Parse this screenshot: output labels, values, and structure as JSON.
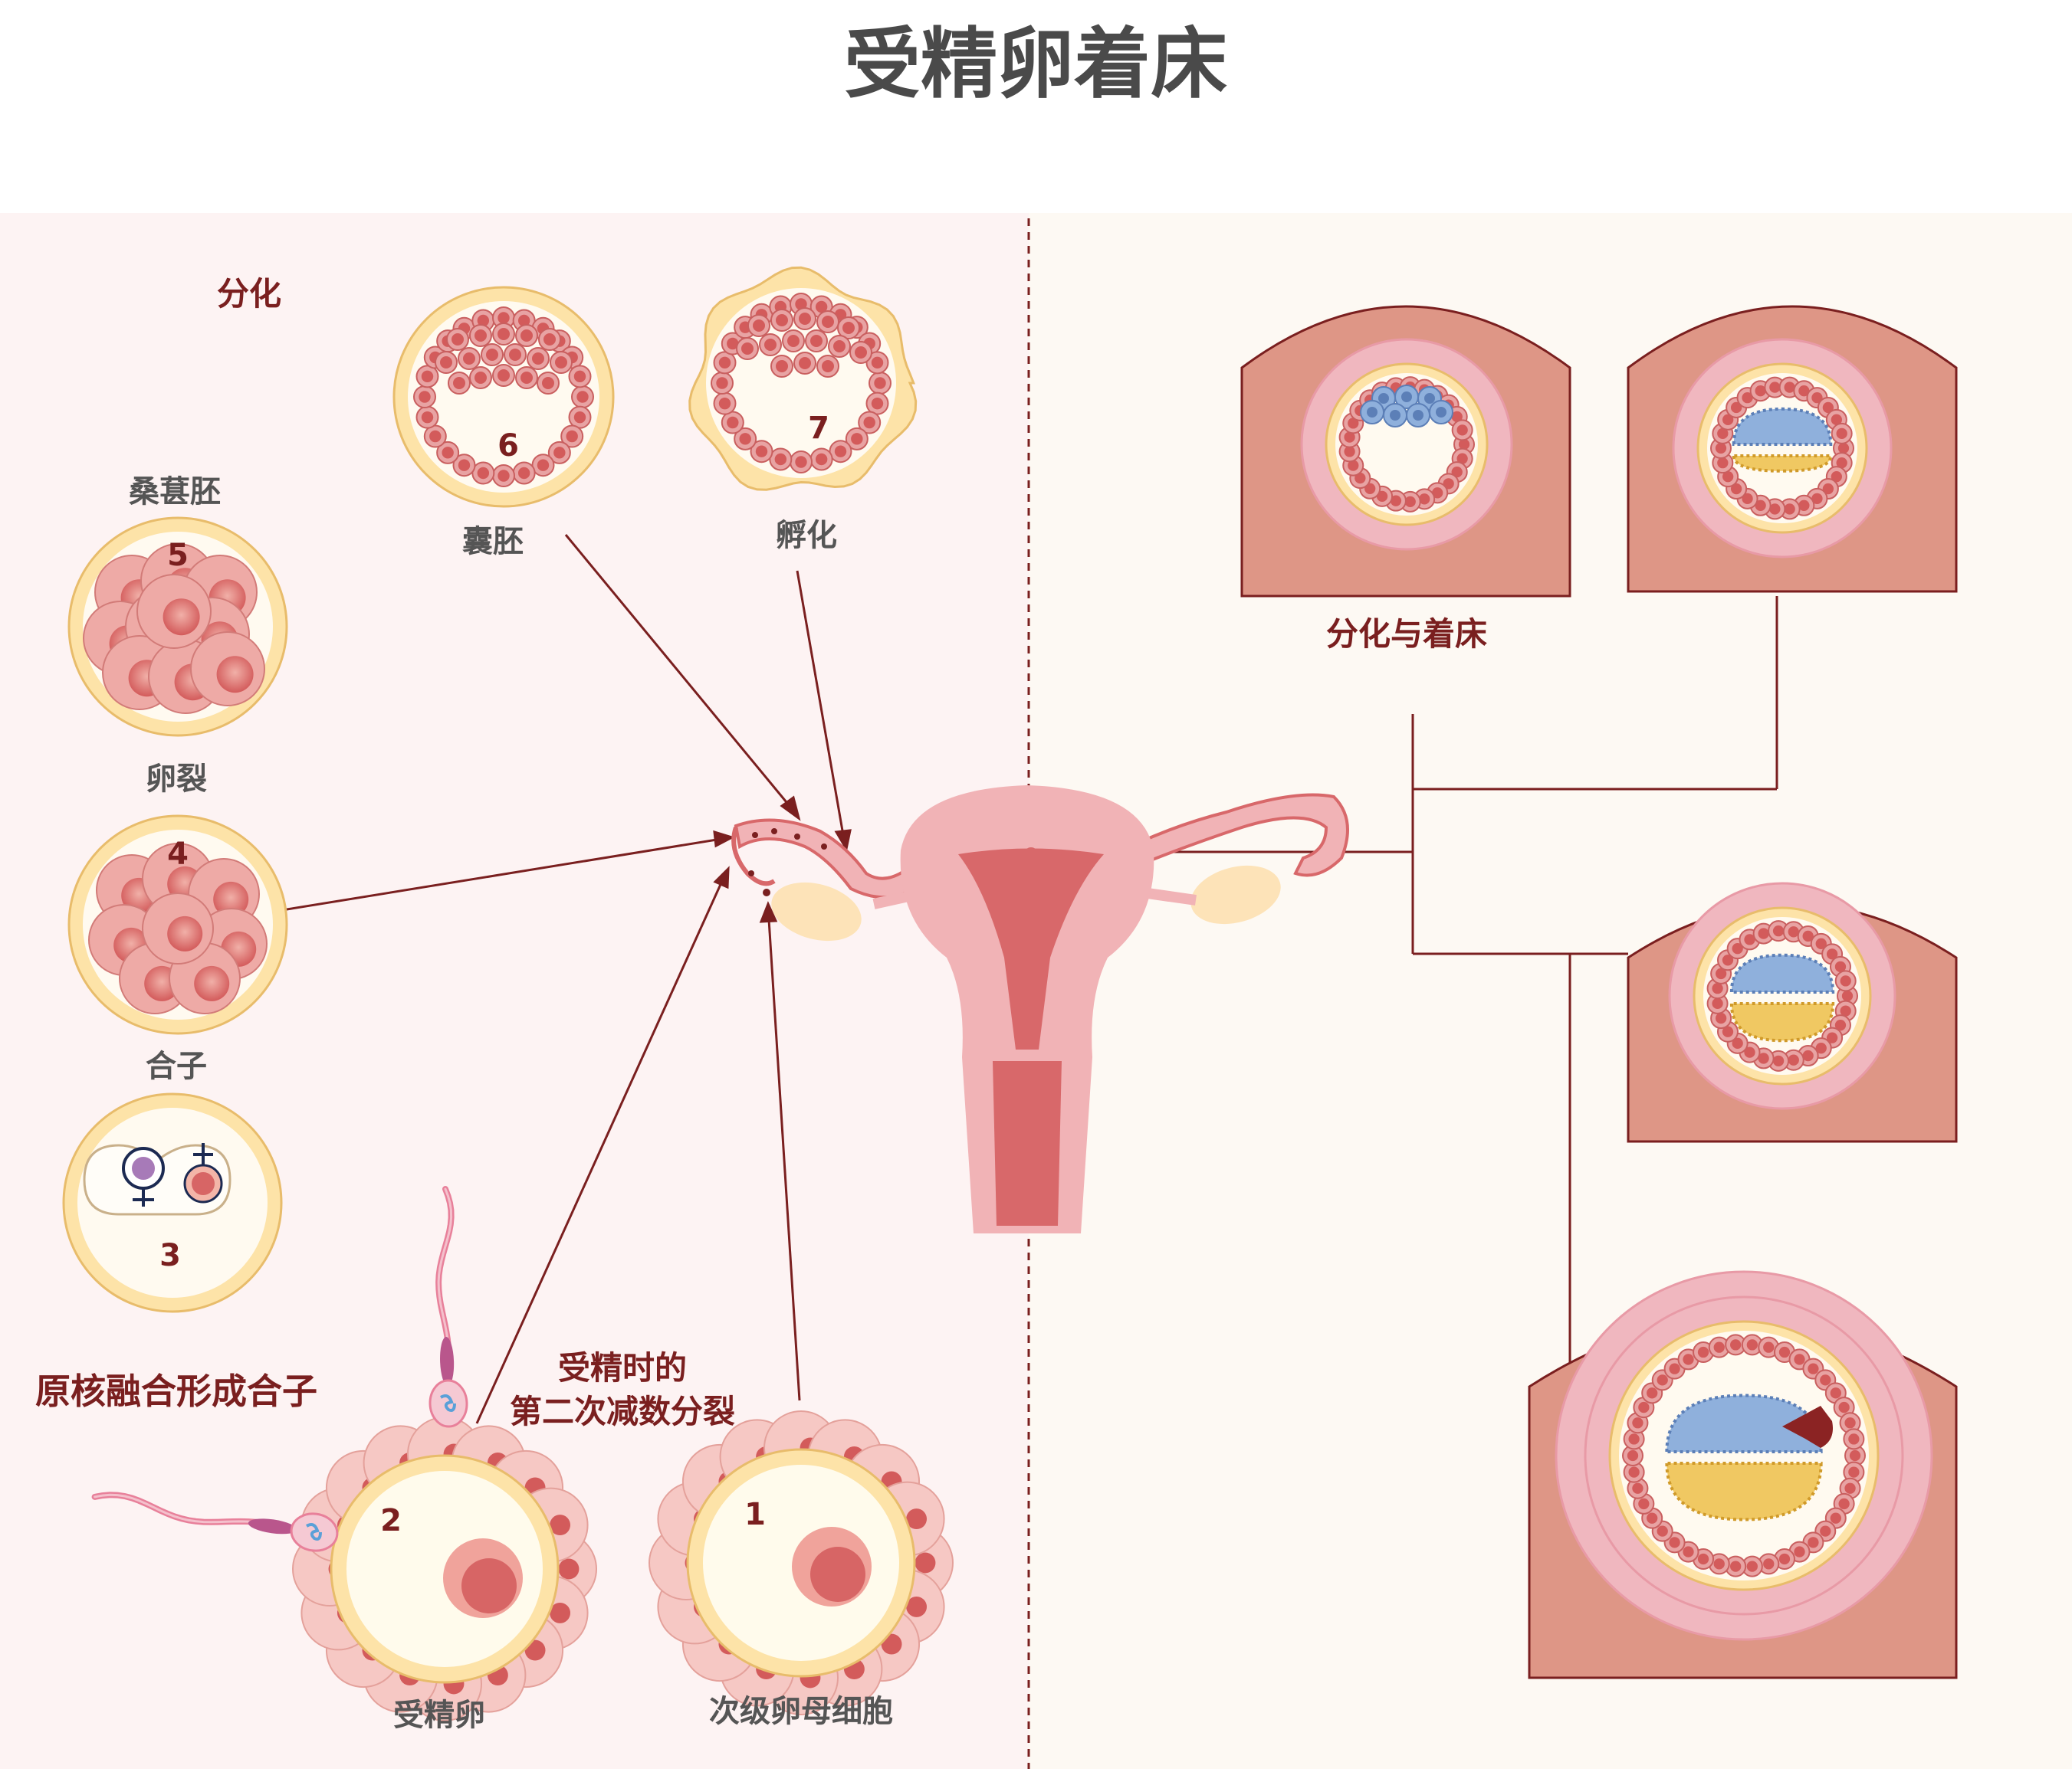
{
  "title": "受精卵着床",
  "labels": {
    "differentiation": "分化",
    "blastocyst": "囊胚",
    "hatching": "孵化",
    "morula": "桑葚胚",
    "cleavage": "卵裂",
    "zygote": "合子",
    "pronuclei_fusion": "原核融合形成合子",
    "second_meiosis_line1": "受精时的",
    "second_meiosis_line2": "第二次减数分裂",
    "fertilized_egg": "受精卵",
    "secondary_oocyte": "次级卵母细胞",
    "implantation": "分化与着床"
  },
  "stage_numbers": {
    "s1": "1",
    "s2": "2",
    "s3": "3",
    "s4": "4",
    "s5": "5",
    "s6": "6",
    "s7": "7"
  },
  "colors": {
    "left_panel_bg": "#fdf3f3",
    "right_panel_bg": "#fdf9f3",
    "dark_red": "#7a1f1f",
    "zona": "#fde3a8",
    "zona_stroke": "#e8bc6b",
    "cell": "#e8a3a3",
    "nucleus": "#d35b5b",
    "uterus_outer": "#f1b3b6",
    "uterus_inner": "#d8686a",
    "tissue": "#de9686",
    "embryo_blue": "#8fb0dc",
    "embryo_yellow": "#f0c862"
  }
}
